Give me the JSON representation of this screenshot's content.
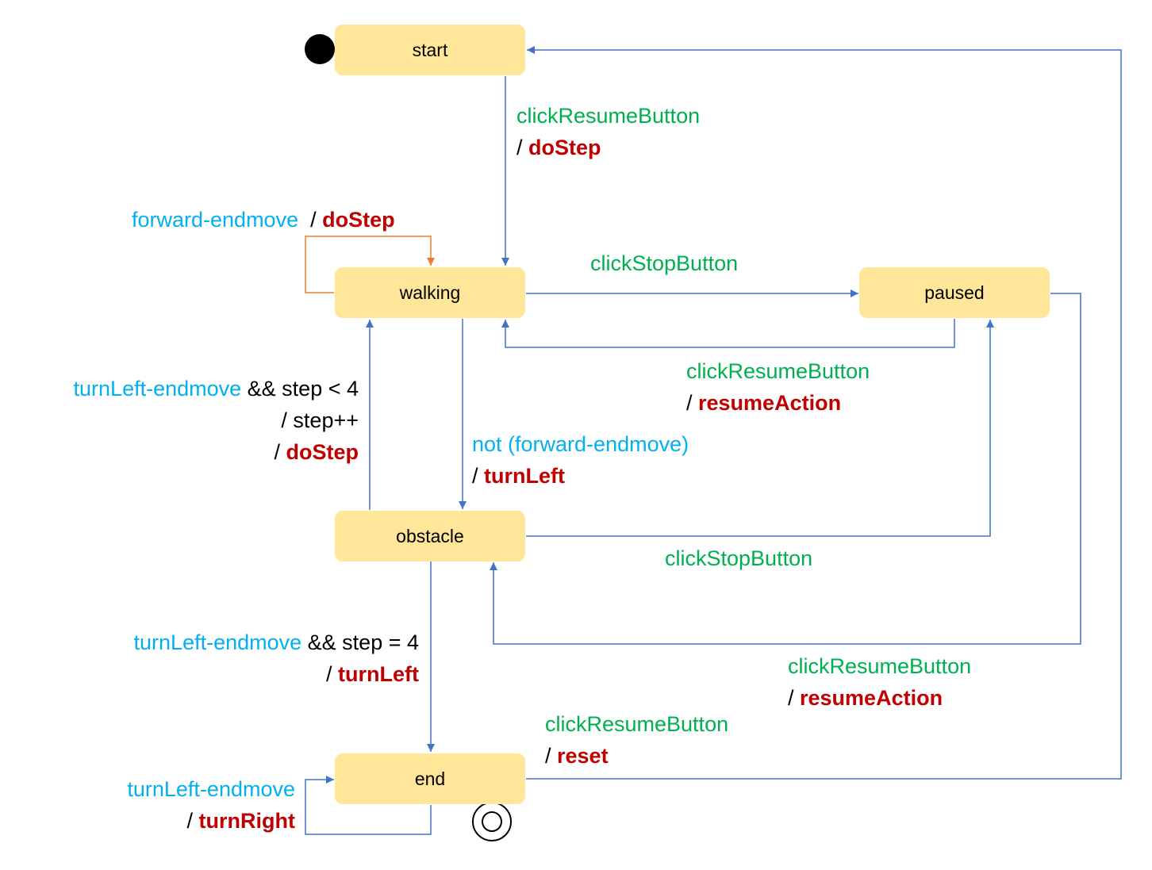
{
  "states": {
    "start": "start",
    "walking": "walking",
    "paused": "paused",
    "obstacle": "obstacle",
    "end": "end"
  },
  "transitions": {
    "start_walking": {
      "event": "clickResumeButton",
      "slash": "/ ",
      "action": "doStep"
    },
    "walking_self": {
      "event": "forward-endmove",
      "slash": "  / ",
      "action": "doStep"
    },
    "walking_paused": {
      "event": "clickStopButton"
    },
    "paused_walking": {
      "event": "clickResumeButton",
      "slash": "/ ",
      "action": "resumeAction"
    },
    "obstacle_walking": {
      "event": "turnLeft-endmove",
      "guard": " && step < 4",
      "line2": "/ step++",
      "slash": "/ ",
      "action": "doStep"
    },
    "walking_obstacle": {
      "event": "not (forward-endmove)",
      "slash": "/ ",
      "action": "turnLeft"
    },
    "obstacle_paused": {
      "event": "clickStopButton"
    },
    "paused_obstacle": {
      "event": "clickResumeButton",
      "slash": "/ ",
      "action": "resumeAction"
    },
    "obstacle_end": {
      "event": "turnLeft-endmove",
      "guard": " && step = 4",
      "slash": "/ ",
      "action": "turnLeft"
    },
    "end_start": {
      "event": "clickResumeButton",
      "slash": "/ ",
      "action": "reset"
    },
    "end_self": {
      "event": "turnLeft-endmove",
      "slash": "/ ",
      "action": "turnRight"
    }
  },
  "colors": {
    "state_fill": "#ffe699",
    "edge": "#4472c4",
    "self_loop": "#ed7d31",
    "event": "#00b0f0",
    "button_event": "#00b050",
    "action": "#c00000"
  }
}
